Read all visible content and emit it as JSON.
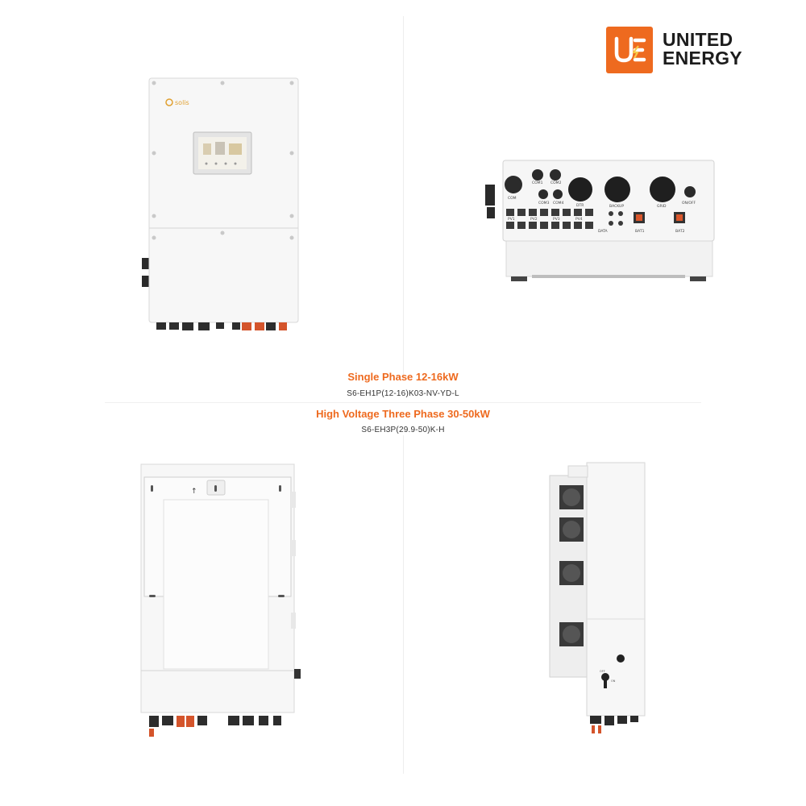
{
  "brand": {
    "name_line1": "UNITED",
    "name_line2": "ENERGY",
    "logo_mark_text": "UE",
    "accent_color": "#ee6a1f"
  },
  "products": [
    {
      "title": "Single Phase 12-16kW",
      "model": "S6-EH1P(12-16)K03-NV-YD-L"
    },
    {
      "title": "High Voltage Three Phase 30-50kW",
      "model": "S6-EH3P(29.9-50)K-H"
    }
  ],
  "inverter_front": {
    "brand_label": "solis"
  },
  "inverter_bottom": {
    "port_labels": [
      "COM",
      "COM1",
      "COM2",
      "COM3",
      "COM4",
      "DTR",
      "BACKUP",
      "GRID",
      "ON/OFF",
      "DATA",
      "BAT1",
      "BAT2",
      "PV1",
      "PV2",
      "PV3",
      "PV4"
    ]
  },
  "inverter_back": {
    "arrow_label": "↑"
  },
  "inverter_side": {
    "switch_labels": [
      "OFF",
      "ON"
    ]
  }
}
